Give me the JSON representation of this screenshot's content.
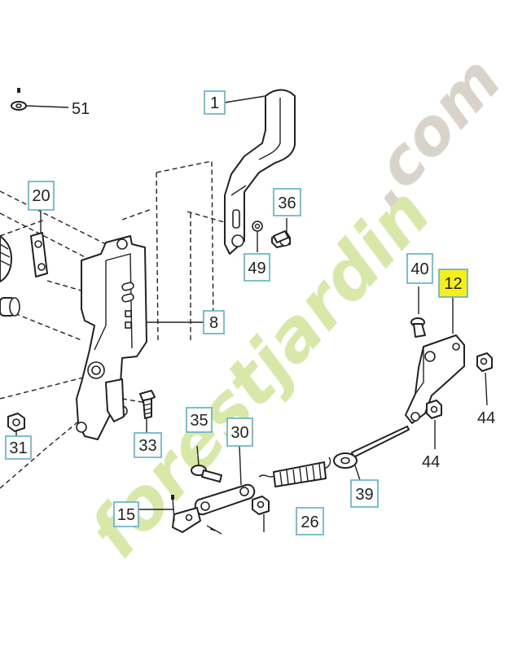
{
  "watermark": {
    "brand": "forestjardin",
    "suffix": ".com",
    "colors": {
      "brand": "#d4e6a0",
      "suffix": "#d6cfc6"
    }
  },
  "callouts": [
    {
      "id": "c1",
      "text": "1"
    },
    {
      "id": "c8",
      "text": "8"
    },
    {
      "id": "c12",
      "text": "12",
      "highlighted": true
    },
    {
      "id": "c15",
      "text": "15"
    },
    {
      "id": "c20",
      "text": "20"
    },
    {
      "id": "c30",
      "text": "30"
    },
    {
      "id": "c33",
      "text": "33"
    },
    {
      "id": "c35",
      "text": "35"
    },
    {
      "id": "c36",
      "text": "36"
    },
    {
      "id": "c39",
      "text": "39"
    },
    {
      "id": "c40",
      "text": "40"
    }
  ],
  "labels": [
    {
      "id": "l51",
      "text": "51"
    },
    {
      "id": "l49",
      "text": "49"
    },
    {
      "id": "l31",
      "text": "31"
    },
    {
      "id": "l44a",
      "text": "44"
    },
    {
      "id": "l44b",
      "text": "44"
    },
    {
      "id": "l26",
      "text": "26"
    }
  ],
  "colors": {
    "line": "#222222",
    "callout_border": "#5ab0c8",
    "highlight": "#f7ef1a"
  }
}
